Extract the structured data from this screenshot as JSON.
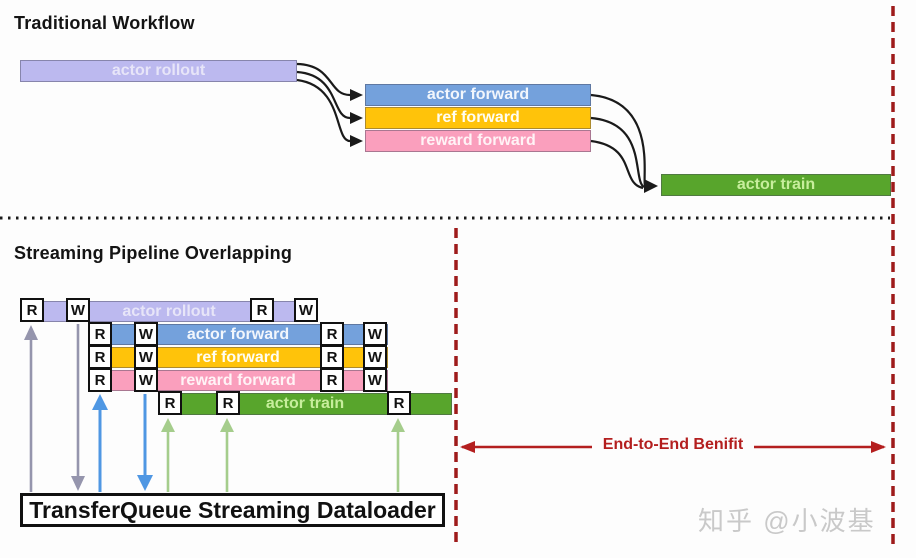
{
  "traditional": {
    "title": "Traditional Workflow",
    "bars": [
      {
        "id": "actor-rollout",
        "label": "actor rollout"
      },
      {
        "id": "actor-forward",
        "label": "actor forward"
      },
      {
        "id": "ref-forward",
        "label": "ref forward"
      },
      {
        "id": "reward-forward",
        "label": "reward forward"
      },
      {
        "id": "actor-train",
        "label": "actor train"
      }
    ]
  },
  "streaming": {
    "title": "Streaming Pipeline Overlapping",
    "rows": [
      {
        "label": "actor rollout"
      },
      {
        "label": "actor forward"
      },
      {
        "label": "ref forward"
      },
      {
        "label": "reward forward"
      },
      {
        "label": "actor train"
      }
    ],
    "marker_read": "R",
    "marker_write": "W",
    "dataloader": "TransferQueue Streaming Dataloader"
  },
  "annotations": {
    "benefit": "End-to-End Benifit",
    "watermark": "知乎 @小波基"
  },
  "colors": {
    "rollout_lavender": "#bcb9ef",
    "forward_blue": "#74a1dc",
    "ref_yellow": "#ffc30a",
    "reward_pink": "#fa9fbd",
    "train_green": "#58a52c",
    "train_text": "#c7ee9c",
    "red_dashed": "#9e1b1b",
    "red_arrow": "#b41f1f",
    "arrow_gray": "#9595ad",
    "arrow_blue": "#4f97e3",
    "arrow_green": "#a5cd8c",
    "arrow_black": "#1a1a1a"
  }
}
